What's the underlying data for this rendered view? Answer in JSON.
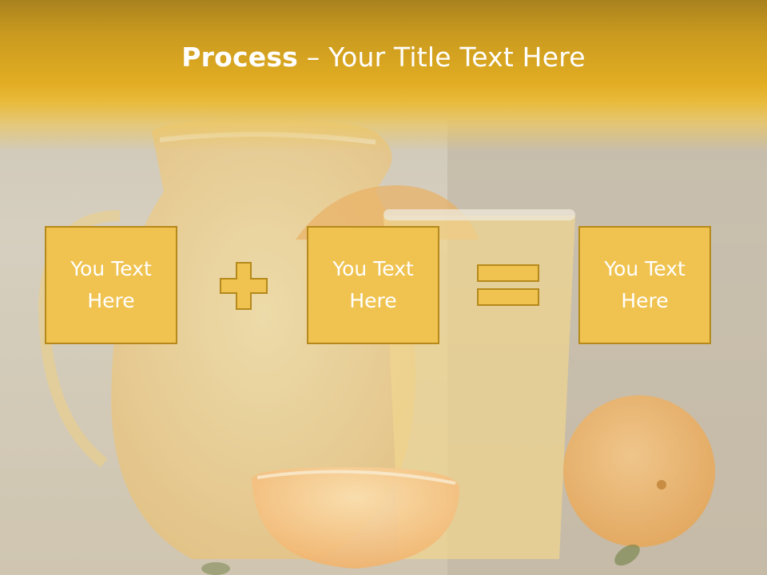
{
  "slide": {
    "title_bold": "Process",
    "title_rest": " – Your Title Text Here",
    "boxes": [
      {
        "text": "You Text\nHere"
      },
      {
        "text": "You Text\nHere"
      },
      {
        "text": "You Text\nHere"
      }
    ],
    "operators": [
      "plus-icon",
      "equals-icon"
    ]
  },
  "colors": {
    "title_band": "#e2ad22",
    "box_fill": "#f0c350",
    "box_border": "#b5891b",
    "text": "#ffffff"
  }
}
